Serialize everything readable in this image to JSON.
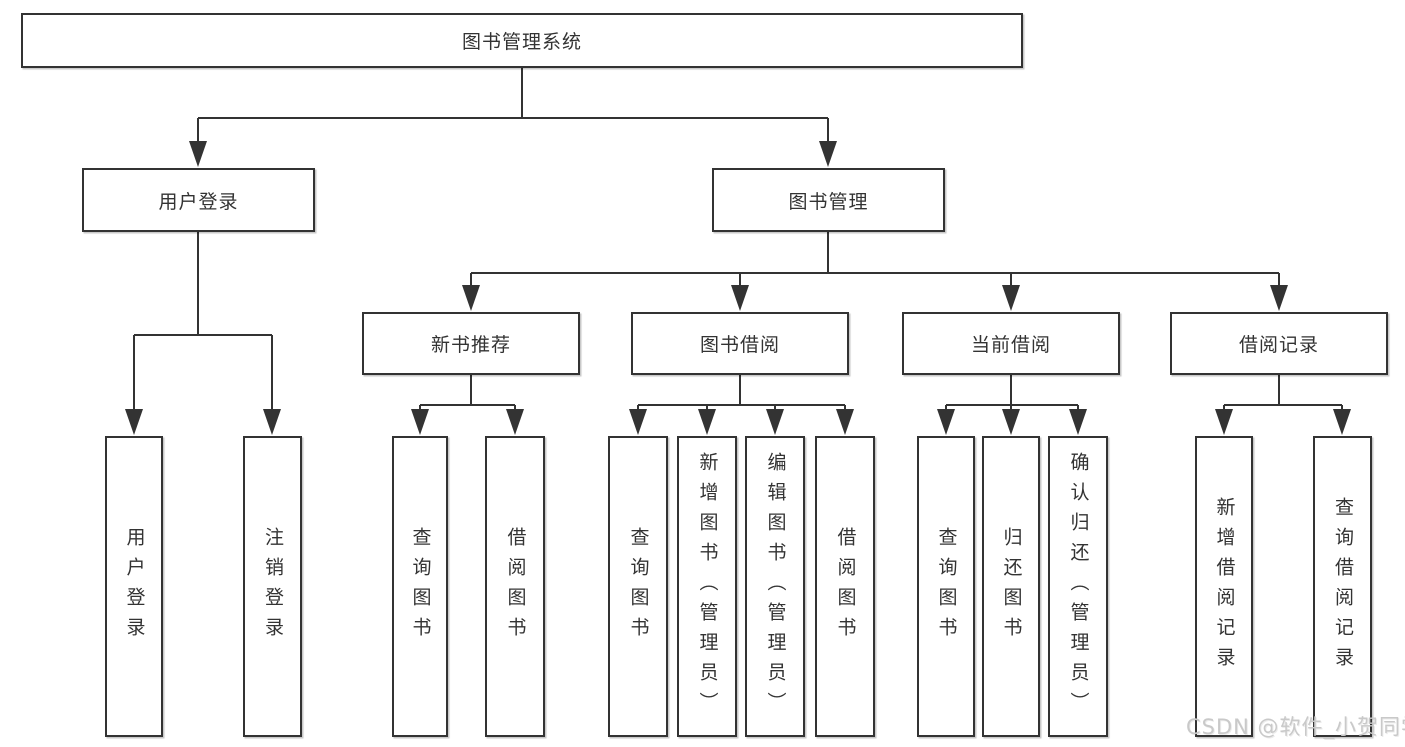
{
  "tree": {
    "label": "图书管理系统",
    "children": [
      {
        "label": "用户登录",
        "children": [
          {
            "label": "用户登录"
          },
          {
            "label": "注销登录"
          }
        ]
      },
      {
        "label": "图书管理",
        "children": [
          {
            "label": "新书推荐",
            "children": [
              {
                "label": "查询图书"
              },
              {
                "label": "借阅图书"
              }
            ]
          },
          {
            "label": "图书借阅",
            "children": [
              {
                "label": "查询图书"
              },
              {
                "label": "新增图书（管理员）"
              },
              {
                "label": "编辑图书（管理员）"
              },
              {
                "label": "借阅图书"
              }
            ]
          },
          {
            "label": "当前借阅",
            "children": [
              {
                "label": "查询图书"
              },
              {
                "label": "归还图书"
              },
              {
                "label": "确认归还（管理员）"
              }
            ]
          },
          {
            "label": "借阅记录",
            "children": [
              {
                "label": "新增借阅记录"
              },
              {
                "label": "查询借阅记录"
              }
            ]
          }
        ]
      }
    ]
  },
  "watermark": {
    "text": "CSDN @软件_小贺同学"
  },
  "colors": {
    "line": "#333333",
    "text": "#333333",
    "box_background": "#ffffff",
    "watermark": "#c9c9c9"
  }
}
